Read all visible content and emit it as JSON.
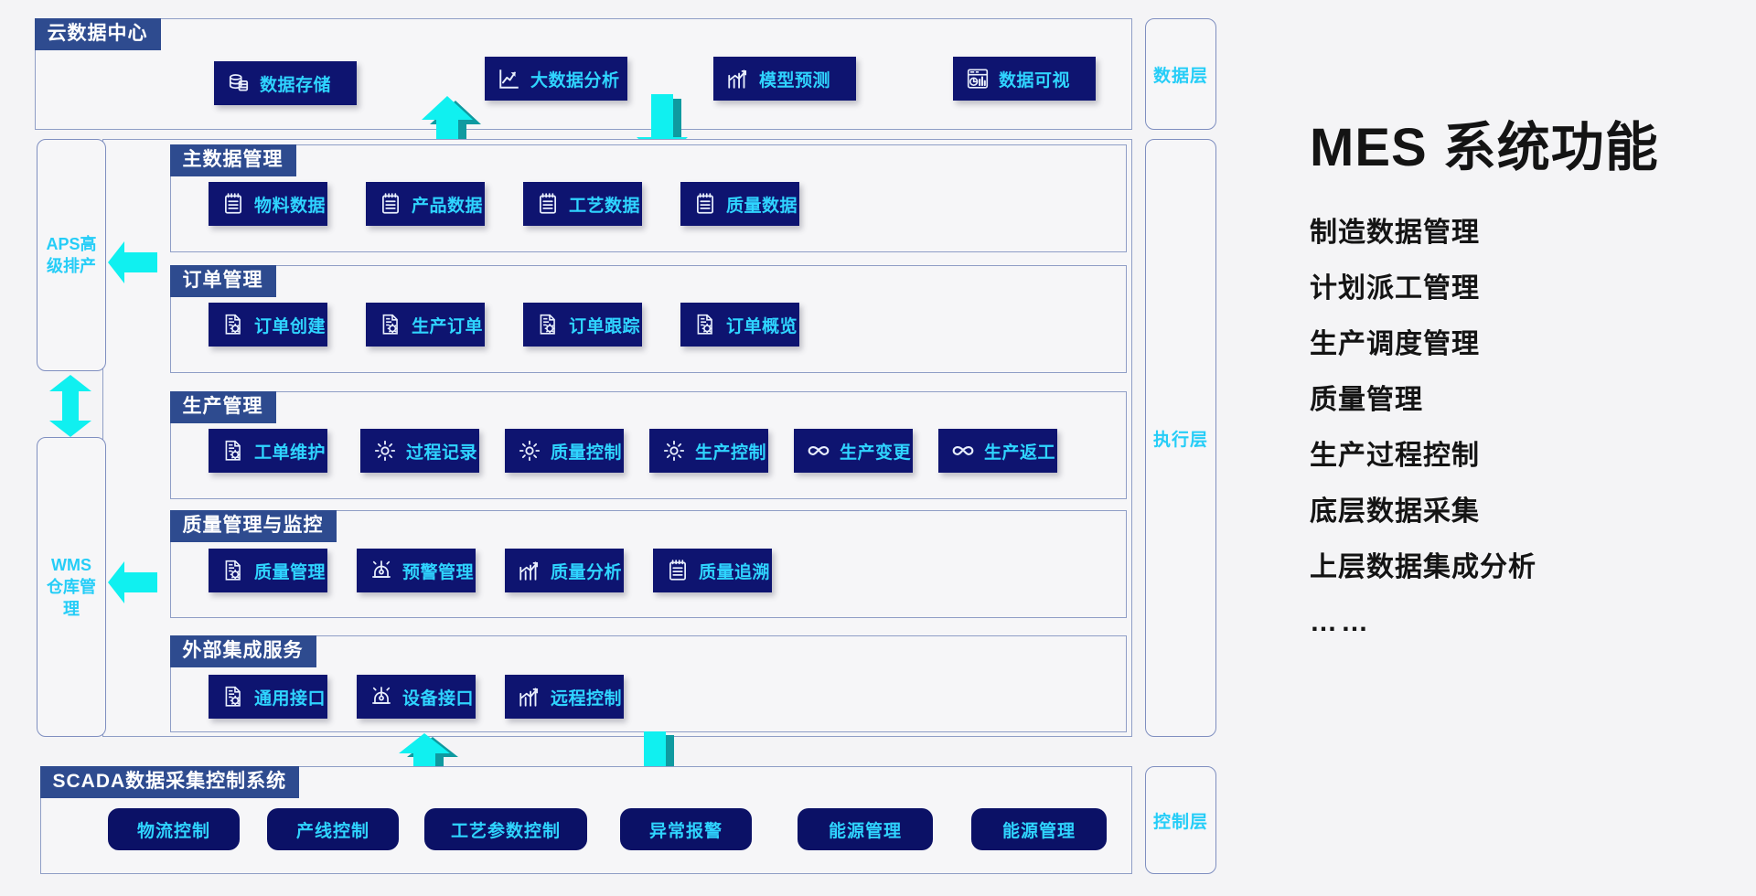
{
  "diagram": {
    "layers": [
      {
        "label": "数据层"
      },
      {
        "label": "执行层"
      },
      {
        "label": "控制层"
      }
    ],
    "side_boxes": [
      {
        "label": "APS高级排产"
      },
      {
        "label": "WMS仓库管理"
      }
    ],
    "sections": [
      {
        "title": "云数据中心",
        "items": [
          {
            "label": "数据存储",
            "icon": "database-icon"
          },
          {
            "label": "大数据分析",
            "icon": "line-chart-icon"
          },
          {
            "label": "模型预测",
            "icon": "trend-up-icon"
          },
          {
            "label": "数据可视",
            "icon": "dashboard-icon"
          }
        ]
      },
      {
        "title": "主数据管理",
        "items": [
          {
            "label": "物料数据",
            "icon": "clipboard-icon"
          },
          {
            "label": "产品数据",
            "icon": "clipboard-icon"
          },
          {
            "label": "工艺数据",
            "icon": "clipboard-icon"
          },
          {
            "label": "质量数据",
            "icon": "clipboard-icon"
          }
        ]
      },
      {
        "title": "订单管理",
        "items": [
          {
            "label": "订单创建",
            "icon": "doc-gear-icon"
          },
          {
            "label": "生产订单",
            "icon": "doc-gear-icon"
          },
          {
            "label": "订单跟踪",
            "icon": "doc-gear-icon"
          },
          {
            "label": "订单概览",
            "icon": "doc-gear-icon"
          }
        ]
      },
      {
        "title": "生产管理",
        "items": [
          {
            "label": "工单维护",
            "icon": "doc-gear-icon"
          },
          {
            "label": "过程记录",
            "icon": "gear-icon"
          },
          {
            "label": "质量控制",
            "icon": "gear-icon"
          },
          {
            "label": "生产控制",
            "icon": "gear-icon"
          },
          {
            "label": "生产变更",
            "icon": "infinity-icon"
          },
          {
            "label": "生产返工",
            "icon": "infinity-icon"
          }
        ]
      },
      {
        "title": "质量管理与监控",
        "items": [
          {
            "label": "质量管理",
            "icon": "doc-gear-icon"
          },
          {
            "label": "预警管理",
            "icon": "alarm-icon"
          },
          {
            "label": "质量分析",
            "icon": "trend-up-icon"
          },
          {
            "label": "质量追溯",
            "icon": "clipboard-icon"
          }
        ]
      },
      {
        "title": "外部集成服务",
        "items": [
          {
            "label": "通用接口",
            "icon": "doc-gear-icon"
          },
          {
            "label": "设备接口",
            "icon": "alarm-icon"
          },
          {
            "label": "远程控制",
            "icon": "trend-up-icon"
          }
        ]
      },
      {
        "title": "SCADA数据采集控制系统",
        "items": [
          {
            "label": "物流控制",
            "icon": ""
          },
          {
            "label": "产线控制",
            "icon": ""
          },
          {
            "label": "工艺参数控制",
            "icon": ""
          },
          {
            "label": "异常报警",
            "icon": ""
          },
          {
            "label": "能源管理",
            "icon": ""
          },
          {
            "label": "能源管理",
            "icon": ""
          }
        ]
      }
    ],
    "arrows": [
      {
        "name": "arrow-up-cloud",
        "direction": "up"
      },
      {
        "name": "arrow-down-cloud",
        "direction": "down"
      },
      {
        "name": "arrow-up-scada",
        "direction": "up"
      },
      {
        "name": "arrow-down-scada",
        "direction": "down"
      },
      {
        "name": "arrow-left-aps",
        "direction": "left"
      },
      {
        "name": "arrow-left-wms",
        "direction": "left"
      },
      {
        "name": "arrow-updown-side",
        "direction": "up-down"
      }
    ]
  },
  "caption": {
    "title": "MES 系统功能",
    "bullets": [
      "制造数据管理",
      "计划派工管理",
      "生产调度管理",
      "质量管理",
      "生产过程控制",
      "底层数据采集",
      "上层数据集成分析"
    ],
    "ellipsis": "……"
  },
  "colors": {
    "tile_bg": "#0e1470",
    "tile_text": "#2fd4ff",
    "tab_bg": "#2e4b8f",
    "panel_border": "#8f9ec6",
    "arrow_fill": "#0ff0f0",
    "arrow_shade": "#0f9aa0",
    "page_bg": "#f4f4f6"
  }
}
